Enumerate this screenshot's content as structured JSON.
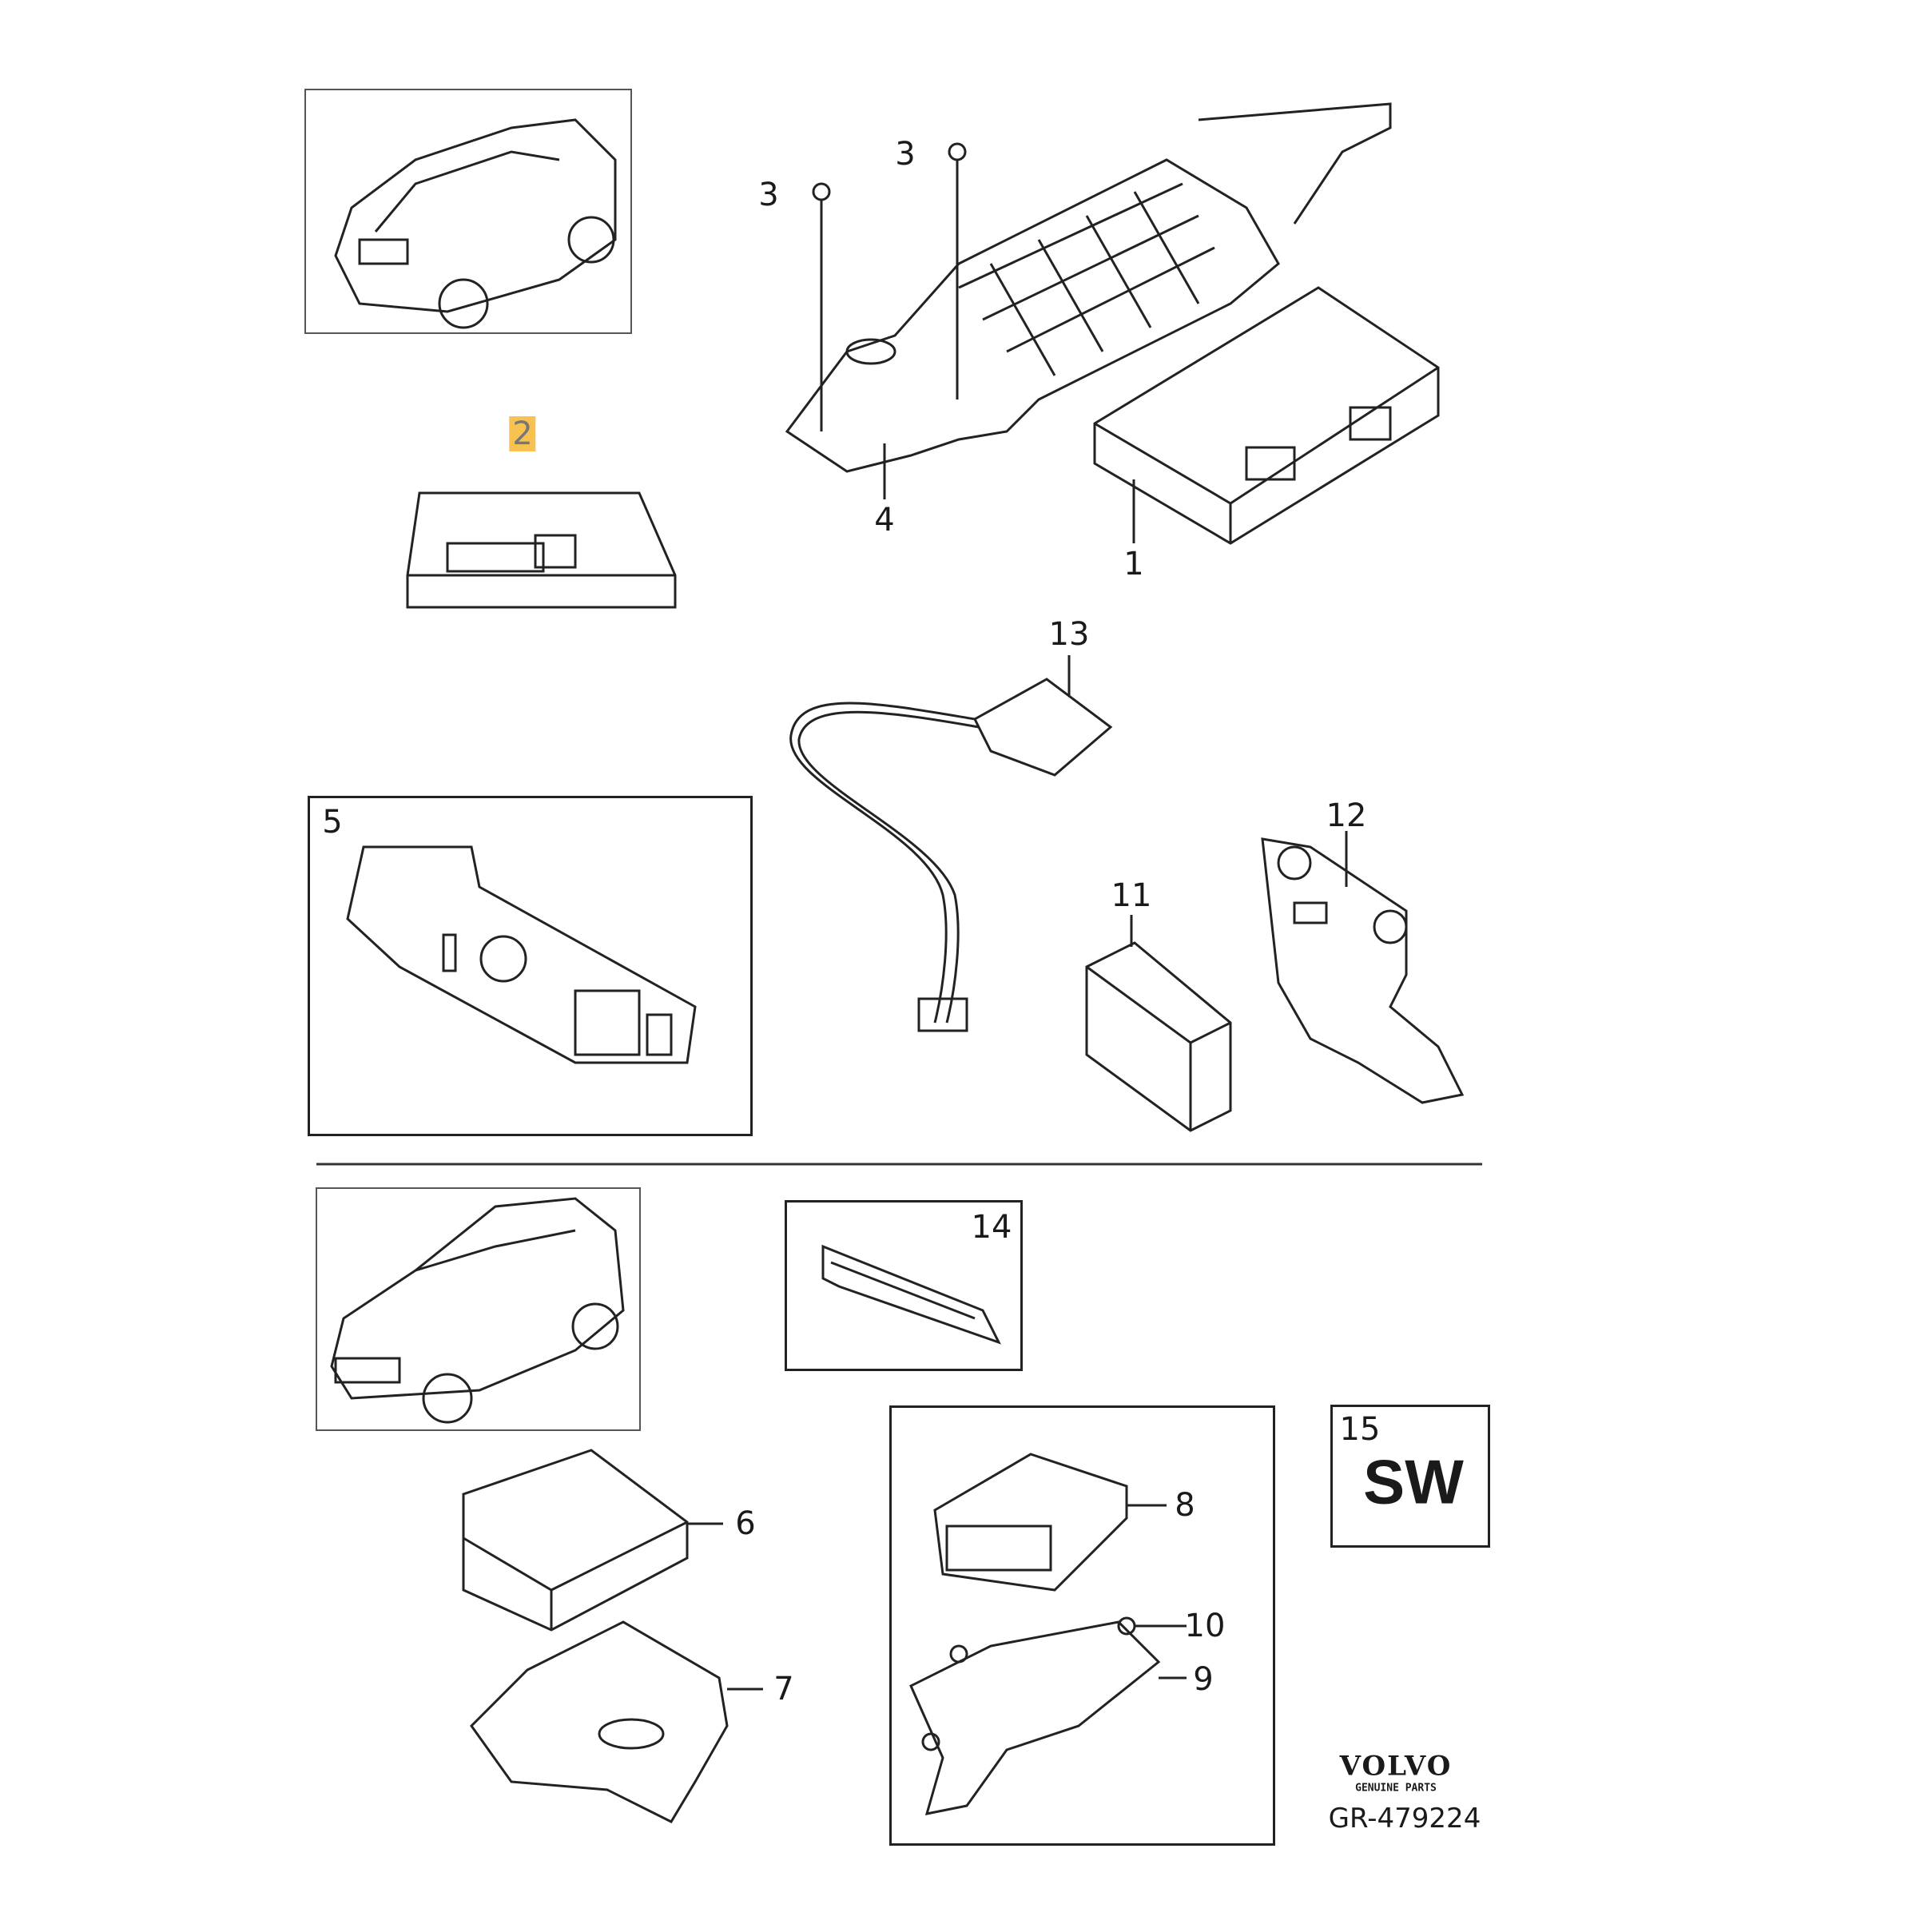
{
  "diagram": {
    "callouts": {
      "p1": "1",
      "p2": "2",
      "p3a": "3",
      "p3b": "3",
      "p4": "4",
      "p5": "5",
      "p6": "6",
      "p7": "7",
      "p8": "8",
      "p9": "9",
      "p10": "10",
      "p11": "11",
      "p12": "12",
      "p13": "13",
      "p14": "14",
      "p15": "15"
    },
    "highlighted_callout": "2",
    "software_label": "SW",
    "logo": {
      "brand": "VOLVO",
      "subtitle": "GENUINE PARTS"
    },
    "drawing_number": "GR-479224",
    "colors": {
      "highlight": "#f7c250",
      "line": "#222222"
    }
  }
}
